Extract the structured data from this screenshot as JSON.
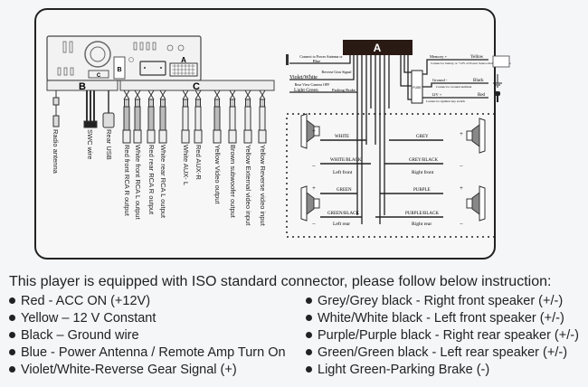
{
  "diagram": {
    "head_unit": {
      "port_labels": {
        "a": "A",
        "b": "B",
        "c": "C"
      },
      "harness_b_label": "B",
      "harness_c_label": "C"
    },
    "connector_a_label": "A",
    "b_harness_cables": [
      {
        "label": "Radio antenna"
      },
      {
        "label": "SWC wire"
      },
      {
        "label": "Rear USB"
      }
    ],
    "c_harness_cables": [
      {
        "label": "Red front RCA R output"
      },
      {
        "label": "White front RCA L output"
      },
      {
        "label": "Red rear RCA R output"
      },
      {
        "label": "White rear RCA L output"
      },
      {
        "label": "White   AUX- L"
      },
      {
        "label": "Red      AUX-R"
      },
      {
        "label": "Yellow Video output"
      },
      {
        "label": "Brown subwoofer output"
      },
      {
        "label": "Yellow External video input"
      },
      {
        "label": "Yellow Reverse video input"
      }
    ],
    "left_wires": [
      {
        "color": "Blue",
        "note": "Connect to Power Antenna or remote control for Amplifier"
      },
      {
        "color": "Violet/White",
        "note": "Reverse Gear Signal"
      },
      {
        "color": "Light Green",
        "note": "Parking Brake",
        "sub": "Rear View Camera OFF"
      }
    ],
    "right_wires": [
      {
        "name": "Memory +",
        "color": "Yellow",
        "note": "Connect to battery or +12V of Power Source that is always live"
      },
      {
        "name": "Ground -",
        "color": "Black",
        "note": "Connect to Ground terminal"
      },
      {
        "name": "12V +",
        "color": "Red",
        "note": "Connect to ignition key switch"
      }
    ],
    "fuse_label": "FUSE",
    "speakers": {
      "left_front": {
        "plus": "WHITE",
        "minus": "WHITE/BLACK",
        "label": "Left front"
      },
      "left_rear": {
        "plus": "GREEN",
        "minus": "GREEN/BLACK",
        "label": "Left rear"
      },
      "right_front": {
        "plus": "GREY",
        "minus": "GREY/BLACK",
        "label": "Right front"
      },
      "right_rear": {
        "plus": "PURPLE",
        "minus": "PURPLE/BLACK",
        "label": "Right rear"
      },
      "plus_sign": "+",
      "minus_sign": "−"
    }
  },
  "instructions": {
    "title": "This player is equipped with ISO standard connector, please follow below instruction:",
    "left": [
      "Red - ACC ON (+12V)",
      "Yellow – 12 V Constant",
      "Black – Ground wire",
      "Blue - Power Antenna / Remote Amp Turn On",
      "Violet/White-Reverse Gear Signal (+)"
    ],
    "right": [
      "Grey/Grey black - Right front speaker (+/-)",
      "White/White black - Left front speaker (+/-)",
      "Purple/Purple black - Right rear speaker (+/-)",
      "Green/Green black - Left rear speaker (+/-)",
      "Light Green-Parking Brake (-)"
    ]
  }
}
